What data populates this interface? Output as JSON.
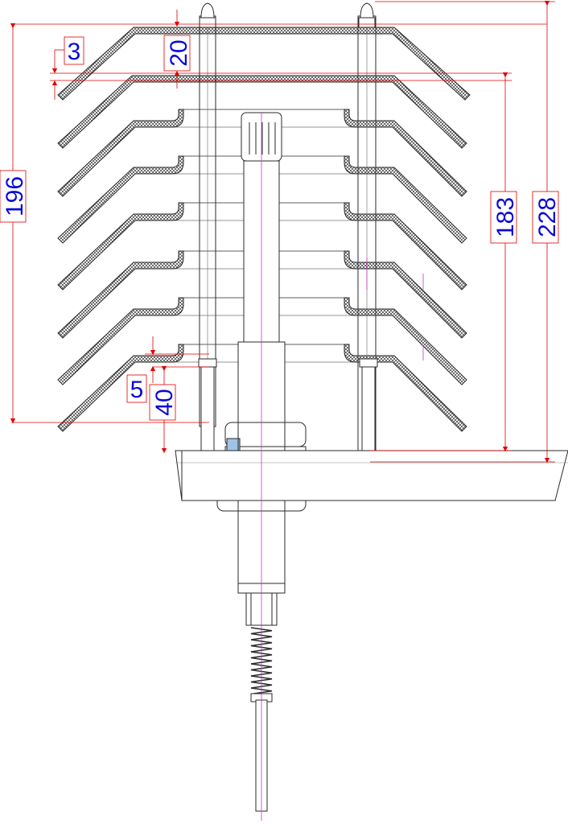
{
  "drawing": {
    "subject": "radiation-shield-with-sensor",
    "line_color": "#2a2a2a",
    "dimension_line_color": "#e00000",
    "dimension_text_color": "#0a0ad8",
    "centerline_color": "#cc33cc",
    "hatch_color": "#1a1a1a",
    "gland_fill_color": "#9fc3e6"
  },
  "dimensions": {
    "plate_spacing": "3",
    "top_cap_gap": "20",
    "overall_shield_height": "196",
    "inner_height": "183",
    "total_height": "228",
    "bottom_clearance": "5",
    "base_offset": "40"
  }
}
